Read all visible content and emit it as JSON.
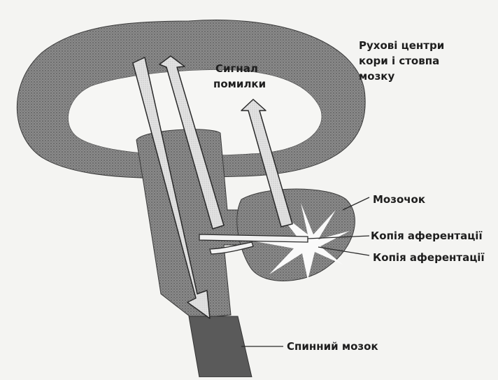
{
  "labels": {
    "motor_centers": [
      "Рухові центри",
      "кори і стовпа",
      "мозку"
    ],
    "error_signal": [
      "Сигнал",
      "помилки"
    ],
    "cerebellum": "Мозочок",
    "afferent_copy_1": "Копія аферентації",
    "afferent_copy_2": "Копія аферентації",
    "spinal_cord": "Спинний мозок"
  },
  "colors": {
    "background": "#f4f4f2",
    "dark_tissue": "#7a7a7a",
    "light_tissue": "#d6d6d6",
    "arrow_fill": "#dcdcdc",
    "outline": "#2a2a2a"
  }
}
